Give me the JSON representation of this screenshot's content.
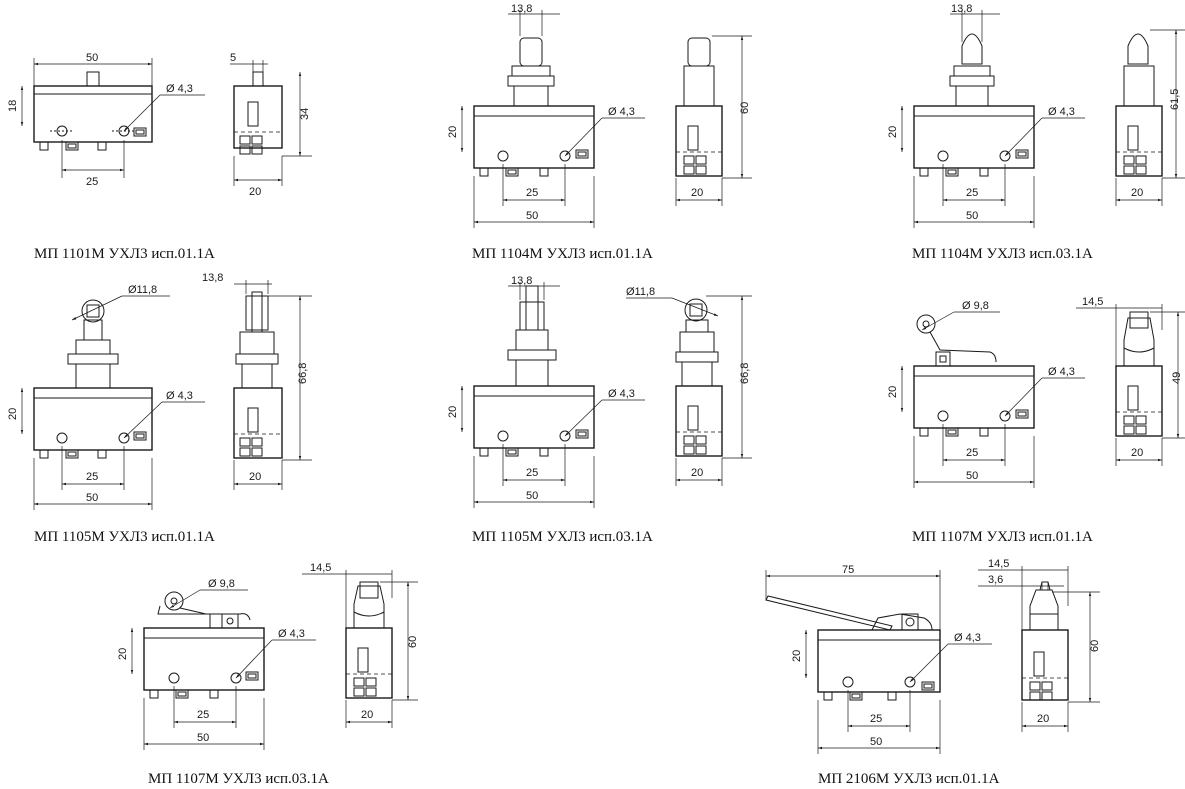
{
  "captions": [
    "МП 1101М УХЛ3 исп.01.1А",
    "МП 1104М УХЛ3 исп.01.1А",
    "МП 1104М УХЛ3 исп.03.1А",
    "МП 1105М УХЛ3 исп.01.1А",
    "МП 1105М УХЛ3 исп.03.1А",
    "МП 1107М УХЛ3 исп.01.1А",
    "МП 1107М УХЛ3 исп.03.1А",
    "МП 2106М УХЛ3 исп.01.1А"
  ],
  "dimensions": {
    "sw1101": {
      "width": "50",
      "height_body": "18",
      "hole": "Ø 4,3",
      "pitch": "25",
      "plunger": "5",
      "side_height": "34",
      "side_width": "20"
    },
    "sw1104_01": {
      "bushing": "13,8",
      "height_body": "20",
      "hole": "Ø 4,3",
      "pitch": "25",
      "width": "50",
      "side_height": "60",
      "side_width": "20"
    },
    "sw1104_03": {
      "bushing": "13,8",
      "height_body": "20",
      "hole": "Ø 4,3",
      "pitch": "25",
      "width": "50",
      "side_height": "61,5",
      "side_width": "20"
    },
    "sw1105_01": {
      "roller": "Ø11,8",
      "bushing": "13,8",
      "height_body": "20",
      "hole": "Ø 4,3",
      "pitch": "25",
      "width": "50",
      "side_height": "66,8",
      "side_width": "20"
    },
    "sw1105_03": {
      "bushing": "13,8",
      "roller": "Ø11,8",
      "height_body": "20",
      "hole": "Ø 4,3",
      "pitch": "25",
      "width": "50",
      "side_height": "66,8",
      "side_width": "20"
    },
    "sw1107_01": {
      "roller": "Ø 9,8",
      "lever_width": "14,5",
      "height_body": "20",
      "hole": "Ø 4,3",
      "pitch": "25",
      "width": "50",
      "side_height": "49",
      "side_width": "20"
    },
    "sw1107_03": {
      "roller": "Ø 9,8",
      "lever_width": "14,5",
      "height_body": "20",
      "hole": "Ø 4,3",
      "pitch": "25",
      "width": "50",
      "side_height": "60",
      "side_width": "20"
    },
    "sw2106": {
      "lever_length": "75",
      "lever_width": "14,5",
      "tip": "3,6",
      "height_body": "20",
      "hole": "Ø 4,3",
      "pitch": "25",
      "width": "50",
      "side_height": "60",
      "side_width": "20"
    }
  }
}
